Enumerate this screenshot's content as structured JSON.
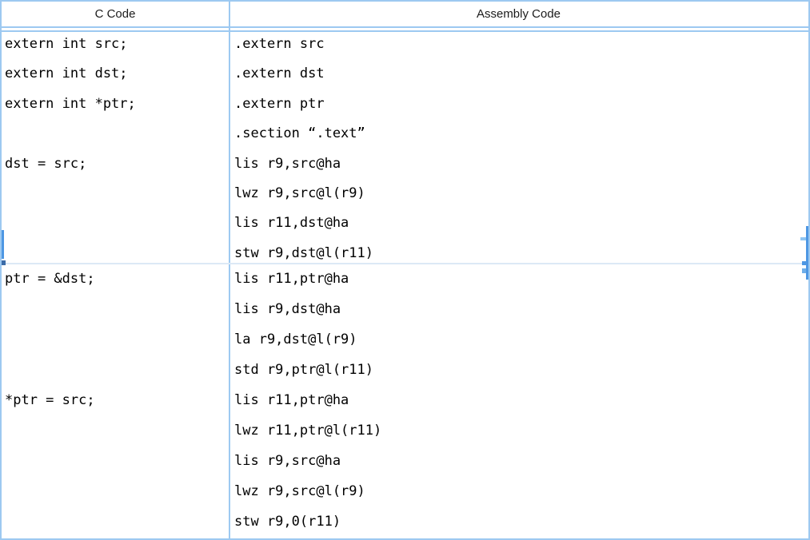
{
  "table": {
    "headers": [
      "C Code",
      "Assembly Code"
    ],
    "rows": [
      {
        "c_lines": [
          "extern int src;",
          "extern int dst;",
          "extern int *ptr;",
          "",
          "dst = src;"
        ],
        "asm_lines": [
          ".extern src",
          ".extern dst",
          ".extern ptr",
          ".section “.text”",
          "lis r9,src@ha",
          "lwz r9,src@l(r9)",
          "lis r11,dst@ha",
          "stw r9,dst@l(r11)"
        ]
      },
      {
        "c_lines": [
          "ptr = &dst;",
          "",
          "",
          "",
          "*ptr = src;"
        ],
        "asm_lines": [
          "lis r11,ptr@ha",
          "lis r9,dst@ha",
          "la r9,dst@l(r9)",
          "std r9,ptr@l(r11)",
          "lis r11,ptr@ha",
          "lwz r11,ptr@l(r11)",
          "lis r9,src@ha",
          "lwz r9,src@l(r9)",
          "stw r9,0(r11)"
        ]
      }
    ]
  },
  "colors": {
    "border_light": "#9DC9F1",
    "border_dark": "#4E97E3",
    "seam_line": "#DCE9F6",
    "text": "#000000"
  }
}
